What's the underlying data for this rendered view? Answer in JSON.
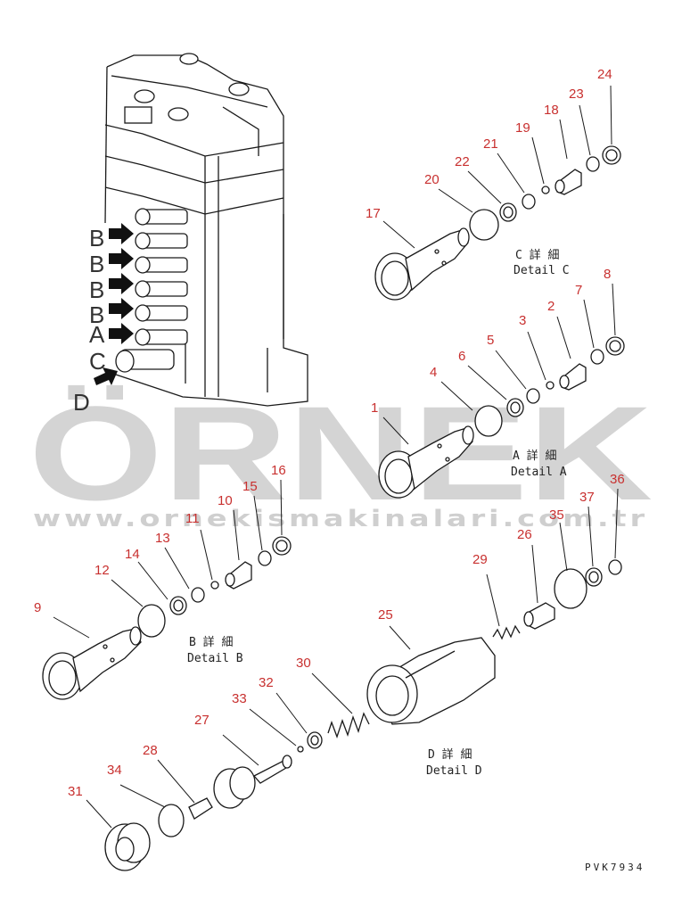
{
  "watermark": {
    "brand": "ÖRNEK",
    "url": "www.ornekismakinalari.com.tr"
  },
  "side_labels": [
    "B",
    "B",
    "B",
    "B",
    "A",
    "C",
    "D"
  ],
  "details": {
    "a": {
      "jp": "A 詳 細",
      "en": "Detail A"
    },
    "b": {
      "jp": "B 詳 細",
      "en": "Detail B"
    },
    "c": {
      "jp": "C 詳 細",
      "en": "Detail C"
    },
    "d": {
      "jp": "D 詳 細",
      "en": "Detail D"
    }
  },
  "part_numbers": {
    "p1": "1",
    "p2": "2",
    "p3": "3",
    "p4": "4",
    "p5": "5",
    "p6": "6",
    "p7": "7",
    "p8": "8",
    "p9": "9",
    "p10": "10",
    "p11": "11",
    "p12": "12",
    "p13": "13",
    "p14": "14",
    "p15": "15",
    "p16": "16",
    "p17": "17",
    "p18": "18",
    "p19": "19",
    "p20": "20",
    "p21": "21",
    "p22": "22",
    "p23": "23",
    "p24": "24",
    "p25": "25",
    "p26": "26",
    "p27": "27",
    "p28": "28",
    "p29": "29",
    "p30": "30",
    "p31": "31",
    "p32": "32",
    "p33": "33",
    "p34": "34",
    "p35": "35",
    "p36": "36",
    "p37": "37"
  },
  "drawing_code": "PVK7934",
  "colors": {
    "part_number": "#c8302f",
    "watermark": "#d4d4d4",
    "line": "#1a1a1a"
  }
}
